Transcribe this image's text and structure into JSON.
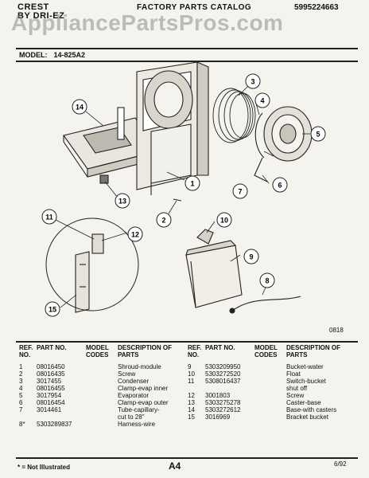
{
  "header": {
    "brand_line1": "CREST",
    "brand_line2": "BY DRI-EZ",
    "title": "FACTORY PARTS CATALOG",
    "catalog_number": "5995224663"
  },
  "watermark": "AppliancePartsPros.com",
  "model": {
    "label": "MODEL:",
    "value": "14-825A2"
  },
  "figure_code": "0818",
  "callouts": [
    "1",
    "2",
    "3",
    "4",
    "5",
    "6",
    "7",
    "8",
    "9",
    "10",
    "11",
    "12",
    "13",
    "14",
    "15"
  ],
  "table_headers": {
    "ref_no": "REF. NO.",
    "part_no": "PART NO.",
    "model_codes": "MODEL CODES",
    "description": "DESCRIPTION OF PARTS"
  },
  "parts_left": [
    {
      "ref": "1",
      "part": "08016450",
      "code": "",
      "desc": "Shroud-module"
    },
    {
      "ref": "2",
      "part": "08016435",
      "code": "",
      "desc": "Screw"
    },
    {
      "ref": "3",
      "part": "3017455",
      "code": "",
      "desc": "Condenser"
    },
    {
      "ref": "4",
      "part": "08016455",
      "code": "",
      "desc": "Clamp-evap inner"
    },
    {
      "ref": "5",
      "part": "3017954",
      "code": "",
      "desc": "Evaporator"
    },
    {
      "ref": "6",
      "part": "08016454",
      "code": "",
      "desc": "Clamp-evap outer"
    },
    {
      "ref": "7",
      "part": "3014461",
      "code": "",
      "desc": "Tube-capillary-"
    },
    {
      "ref": "",
      "part": "",
      "code": "",
      "desc": "cut to 28\""
    },
    {
      "ref": "8*",
      "part": "5303289837",
      "code": "",
      "desc": "Harness-wire"
    }
  ],
  "parts_right": [
    {
      "ref": "9",
      "part": "5303209950",
      "code": "",
      "desc": "Bucket-water"
    },
    {
      "ref": "10",
      "part": "5303272520",
      "code": "",
      "desc": "Float"
    },
    {
      "ref": "11",
      "part": "5308016437",
      "code": "",
      "desc": "Switch-bucket"
    },
    {
      "ref": "",
      "part": "",
      "code": "",
      "desc": "shut off"
    },
    {
      "ref": "12",
      "part": "3001803",
      "code": "",
      "desc": "Screw"
    },
    {
      "ref": "13",
      "part": "5303275278",
      "code": "",
      "desc": "Caster-base"
    },
    {
      "ref": "14",
      "part": "5303272612",
      "code": "",
      "desc": "Base-with casters"
    },
    {
      "ref": "15",
      "part": "3016969",
      "code": "",
      "desc": "Bracket bucket"
    }
  ],
  "footer": {
    "note": "* = Not Illustrated",
    "page": "A4",
    "date": "6/92"
  }
}
